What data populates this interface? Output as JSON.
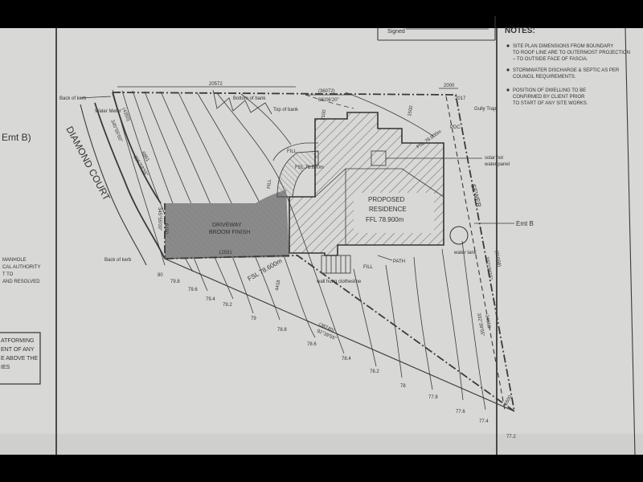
{
  "signed_label": "Signed",
  "notes": {
    "title": "NOTES:",
    "items": [
      [
        "SITE PLAN DIMENSIONS FROM BOUNDARY",
        "TO ROOF LINE ARE TO OUTERMOST PROJECTION",
        "– TO OUTSIDE FACE OF FASCIA."
      ],
      [
        "STORMWATER DISCHARGE & SEPTIC AS PER",
        "COUNCIL REQUIREMENTS."
      ],
      [
        "POSITION OF DWELLING TO BE",
        "CONFIRMED BY CLIENT PRIOR",
        "TO START OF ANY SITE WORKS."
      ]
    ]
  },
  "left_fragments": {
    "emt": "Emt B)",
    "manhole": [
      "MANHOLE",
      "CAL AUTHORITY",
      "T TO",
      "AND RESOLVED"
    ],
    "box": [
      "ATFORMING",
      "ENT OF ANY",
      "E ABOVE THE",
      "IES"
    ]
  },
  "street": "DIAMOND COURT",
  "labels": {
    "back_of_kerb_top": "Back of kerb",
    "back_of_kerb_bottom": "Back of kerb",
    "water_meter": "Water Meter",
    "bottom_of_bank": "Bottom of bank",
    "top_of_bank": "Top of bank",
    "gully_trap": "Gully Trap",
    "solar_panel": [
      "solar hot",
      "water panel"
    ],
    "water_tank": "water tank",
    "sewer": "SEWER",
    "emt_b": "Emt B",
    "pdc": "PDC",
    "fsl_top": "FSL 78.600m",
    "fill_top": "FILL",
    "fill_lower": "FILL",
    "fill_side": "FILL",
    "fill_small": "FSL 78.600m",
    "residence": [
      "PROPOSED",
      "RESIDENCE",
      "FFL 78.900m"
    ],
    "driveway": [
      "DRIVEWAY",
      "BROOM FINISH"
    ],
    "fsl_drive": "FSL 78.600m",
    "path": "PATH",
    "clothesline": "wall hung clothesline"
  },
  "dims": {
    "d20572": "20572",
    "d36072": "(36072)",
    "bearing_top": "68°06'20\"",
    "d2000": "2000",
    "d2017": "2017",
    "d1500": "1500",
    "d2100": "2100",
    "left_bear1": "345°55'00\"",
    "left_d1": "(4350)",
    "arc_d": "6861",
    "arc_bear": "305°58'55\"",
    "front_bear": "345°55'00\"",
    "front_d": "6150",
    "d12591": "12591",
    "d4418": "4418",
    "d38740": "(38740)",
    "bearing_bottom": "92°39'55\"",
    "d31668": "(31668)",
    "bearing_right": "332°39'55\"",
    "bearing_right2": "332°39'55\"",
    "d34663": "34663",
    "d1600": "1600"
  },
  "contours": [
    "80",
    "79.8",
    "79.6",
    "79.4",
    "79.2",
    "79",
    "78.8",
    "78.6",
    "78.4",
    "78.2",
    "78",
    "77.8",
    "77.6",
    "77.4",
    "77.2"
  ]
}
